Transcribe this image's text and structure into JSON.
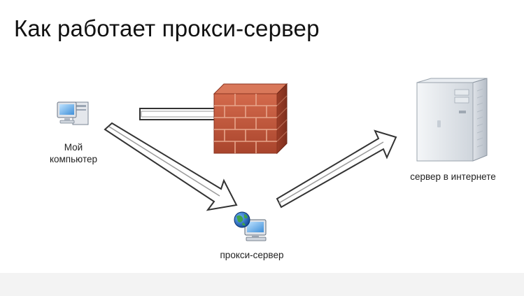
{
  "title": "Как работает прокси-сервер",
  "nodes": {
    "computer": {
      "label_line1": "Мой",
      "label_line2": "компьютер",
      "icon": "desktop-computer-icon"
    },
    "firewall": {
      "icon": "brick-firewall-icon",
      "color": "#c4583c"
    },
    "proxy": {
      "label": "прокси-сервер",
      "icon": "proxy-network-computer-icon"
    },
    "server": {
      "label": "сервер в интернете",
      "icon": "tower-server-icon"
    }
  },
  "edges": [
    {
      "from": "computer",
      "to": "firewall",
      "style": "blocked"
    },
    {
      "from": "computer",
      "to": "proxy",
      "style": "arrow"
    },
    {
      "from": "proxy",
      "to": "server",
      "style": "arrow"
    }
  ]
}
